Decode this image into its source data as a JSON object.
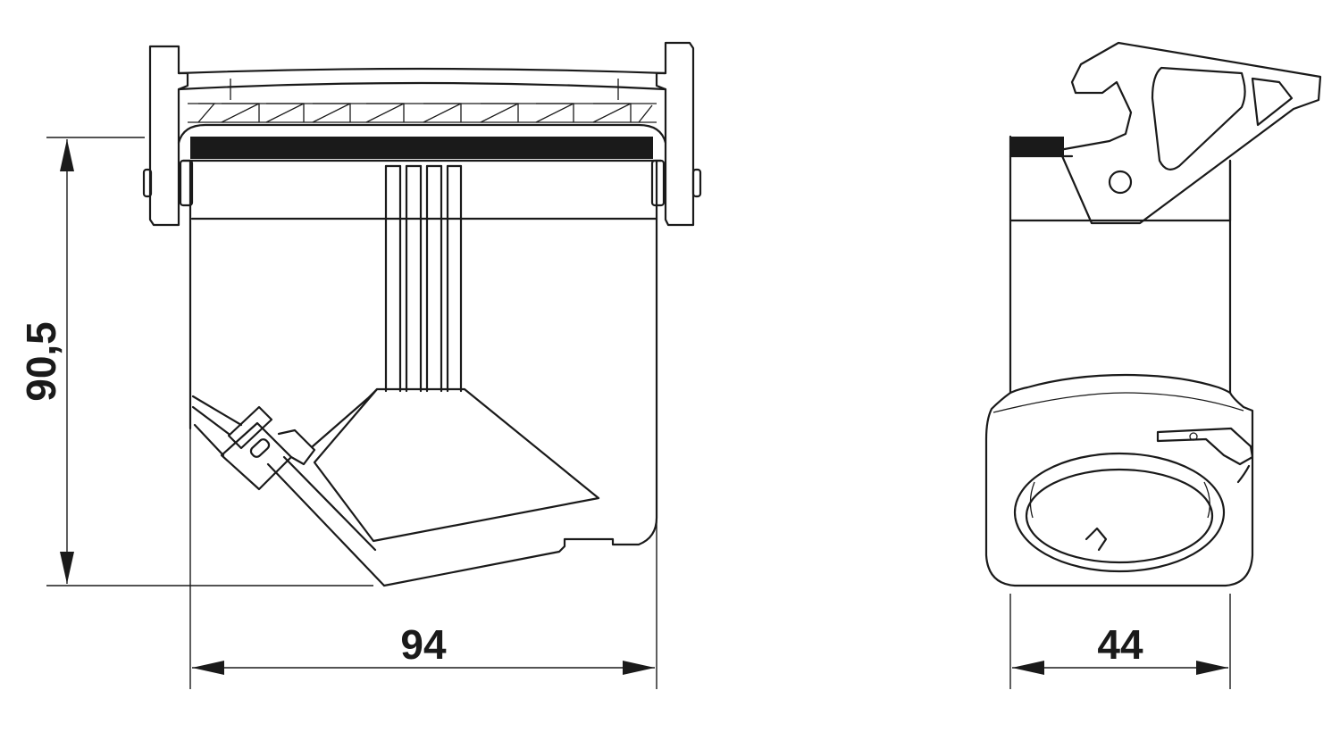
{
  "dimensions": {
    "height_label": "90,5",
    "width_label": "94",
    "depth_label": "44"
  }
}
